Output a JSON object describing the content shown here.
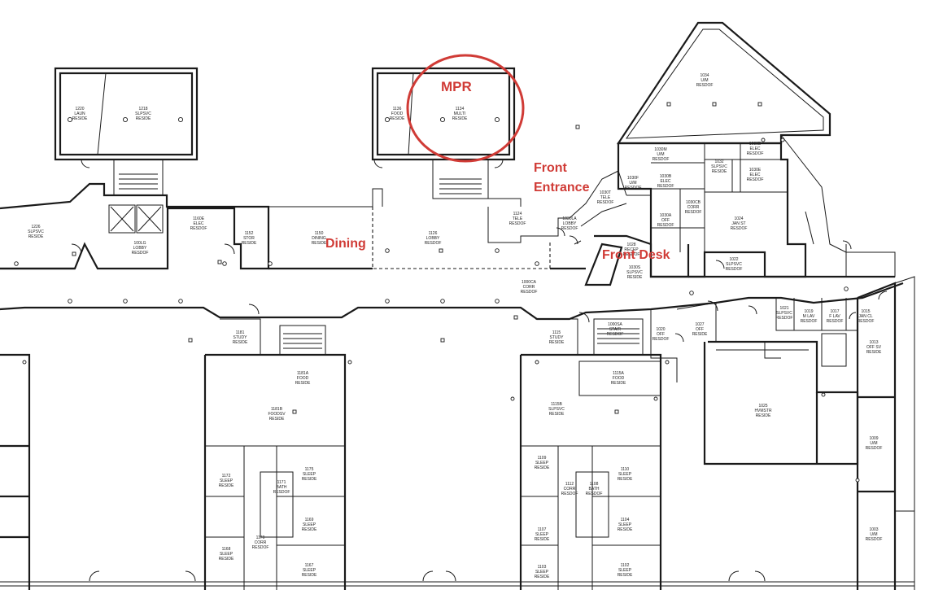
{
  "annotations": {
    "mpr": "MPR",
    "front_entrance_line1": "Front",
    "front_entrance_line2": "Entrance",
    "dining": "Dining",
    "front_desk": "Front Desk",
    "color": "#d03b36"
  },
  "rooms": {
    "r1220": [
      "1220",
      "LAUN",
      "RESIDE"
    ],
    "r1218": [
      "1218",
      "SLPSVC",
      "RESIDE"
    ],
    "r1136": [
      "1136",
      "FOOD",
      "RESIDE"
    ],
    "r1134": [
      "1134",
      "MULTI",
      "RESIDE"
    ],
    "r1034": [
      "1034",
      "U/M",
      "RESDOF"
    ],
    "r1226": [
      "1226",
      "SLPSVC",
      "RESIDE"
    ],
    "r100LG": [
      "100LG",
      "LOBBY",
      "RESDOF"
    ],
    "r1160E": [
      "1160E",
      "ELEC",
      "RESDOF"
    ],
    "r1152": [
      "1152",
      "STOR",
      "RESIDE"
    ],
    "r1150": [
      "1150",
      "DINING",
      "RESIDE"
    ],
    "r1126": [
      "1126",
      "LOBBY",
      "RESDOF"
    ],
    "r1124": [
      "1124",
      "TELE",
      "RESDOF"
    ],
    "r1030M": [
      "1030M",
      "U/M",
      "RESDOF"
    ],
    "r1032": [
      "1032",
      "SLPSVC",
      "RESIDE"
    ],
    "r1030E": [
      "1030E",
      "ELEC",
      "RESDOF"
    ],
    "r1030F": [
      "1030F",
      "U/M",
      "RESDOF"
    ],
    "r1030EB": [
      "1030E",
      "ELEC",
      "RESDOF"
    ],
    "r1030B": [
      "1030B",
      "ELEC",
      "RESDOF"
    ],
    "r1030CB": [
      "1030CB",
      "CORR",
      "RESDOF"
    ],
    "r1024": [
      "1024",
      "JAN ST",
      "RESDOF"
    ],
    "r1030T": [
      "1030T",
      "TELE",
      "RESDOF"
    ],
    "r1030A": [
      "1030A",
      "OFF",
      "RESDOF"
    ],
    "r1030LA": [
      "1030LA",
      "LOBBY",
      "RESDOF"
    ],
    "r1028": [
      "1028",
      "RECEP",
      "RESDOF"
    ],
    "r1030S": [
      "1030S",
      "SLPSVC",
      "RESIDE"
    ],
    "r1022": [
      "1022",
      "SLPSVC",
      "RESDOF"
    ],
    "r1000CA": [
      "1000CA",
      "CORR",
      "RESDOF"
    ],
    "r1181": [
      "1181",
      "STUDY",
      "RESIDE"
    ],
    "r1181A": [
      "1181A",
      "FOOD",
      "RESIDE"
    ],
    "r1181B": [
      "1181B",
      "FOODSV",
      "RESIDE"
    ],
    "r1115": [
      "1115",
      "STUDY",
      "RESIDE"
    ],
    "r1000SA": [
      "1000SA",
      "STAIR",
      "RESDOF"
    ],
    "r1020": [
      "1020",
      "OFF",
      "RESDOF"
    ],
    "r1027": [
      "1027",
      "OFF",
      "RESIDE"
    ],
    "r1115A": [
      "1115A",
      "FOOD",
      "RESIDE"
    ],
    "r1115B": [
      "1115B",
      "SLPSVC",
      "RESIDE"
    ],
    "r1025": [
      "1025",
      "HVMSTR",
      "RESIDE"
    ],
    "r1013": [
      "1013",
      "OFF SV",
      "RESIDE"
    ],
    "r1009": [
      "1009",
      "U/M",
      "RESDOF"
    ],
    "r1003": [
      "1003",
      "U/M",
      "RESDOF"
    ],
    "r1172": [
      "1172",
      "SLEEP",
      "RESIDE"
    ],
    "r1171": [
      "1171",
      "BATH",
      "RESDOF"
    ],
    "r1175": [
      "1175",
      "SLEEP",
      "RESIDE"
    ],
    "r1170": [
      "1170",
      "CORR",
      "RESDOF"
    ],
    "r1169": [
      "1169",
      "SLEEP",
      "RESIDE"
    ],
    "r1168": [
      "1168",
      "SLEEP",
      "RESIDE"
    ],
    "r1167": [
      "1167",
      "SLEEP",
      "RESIDE"
    ],
    "r1109": [
      "1109",
      "SLEEP",
      "RESIDE"
    ],
    "r1112": [
      "1112",
      "CORR",
      "RESDOF"
    ],
    "r1108": [
      "1108",
      "BATH",
      "RESDOF"
    ],
    "r1110": [
      "1110",
      "SLEEP",
      "RESIDE"
    ],
    "r1107": [
      "1107",
      "SLEEP",
      "RESIDE"
    ],
    "r1104": [
      "1104",
      "SLEEP",
      "RESIDE"
    ],
    "r1103": [
      "1103",
      "SLEEP",
      "RESIDE"
    ],
    "r1102": [
      "1102",
      "SLEEP",
      "RESIDE"
    ],
    "r1021": [
      "1021",
      "SLPSVC",
      "RESDOF"
    ],
    "r1019": [
      "1019",
      "M LAV",
      "RESDOF"
    ],
    "r1017": [
      "1017",
      "F LAV",
      "RESDOF"
    ],
    "r1015": [
      "1015",
      "JAN CL",
      "RESDOF"
    ]
  }
}
